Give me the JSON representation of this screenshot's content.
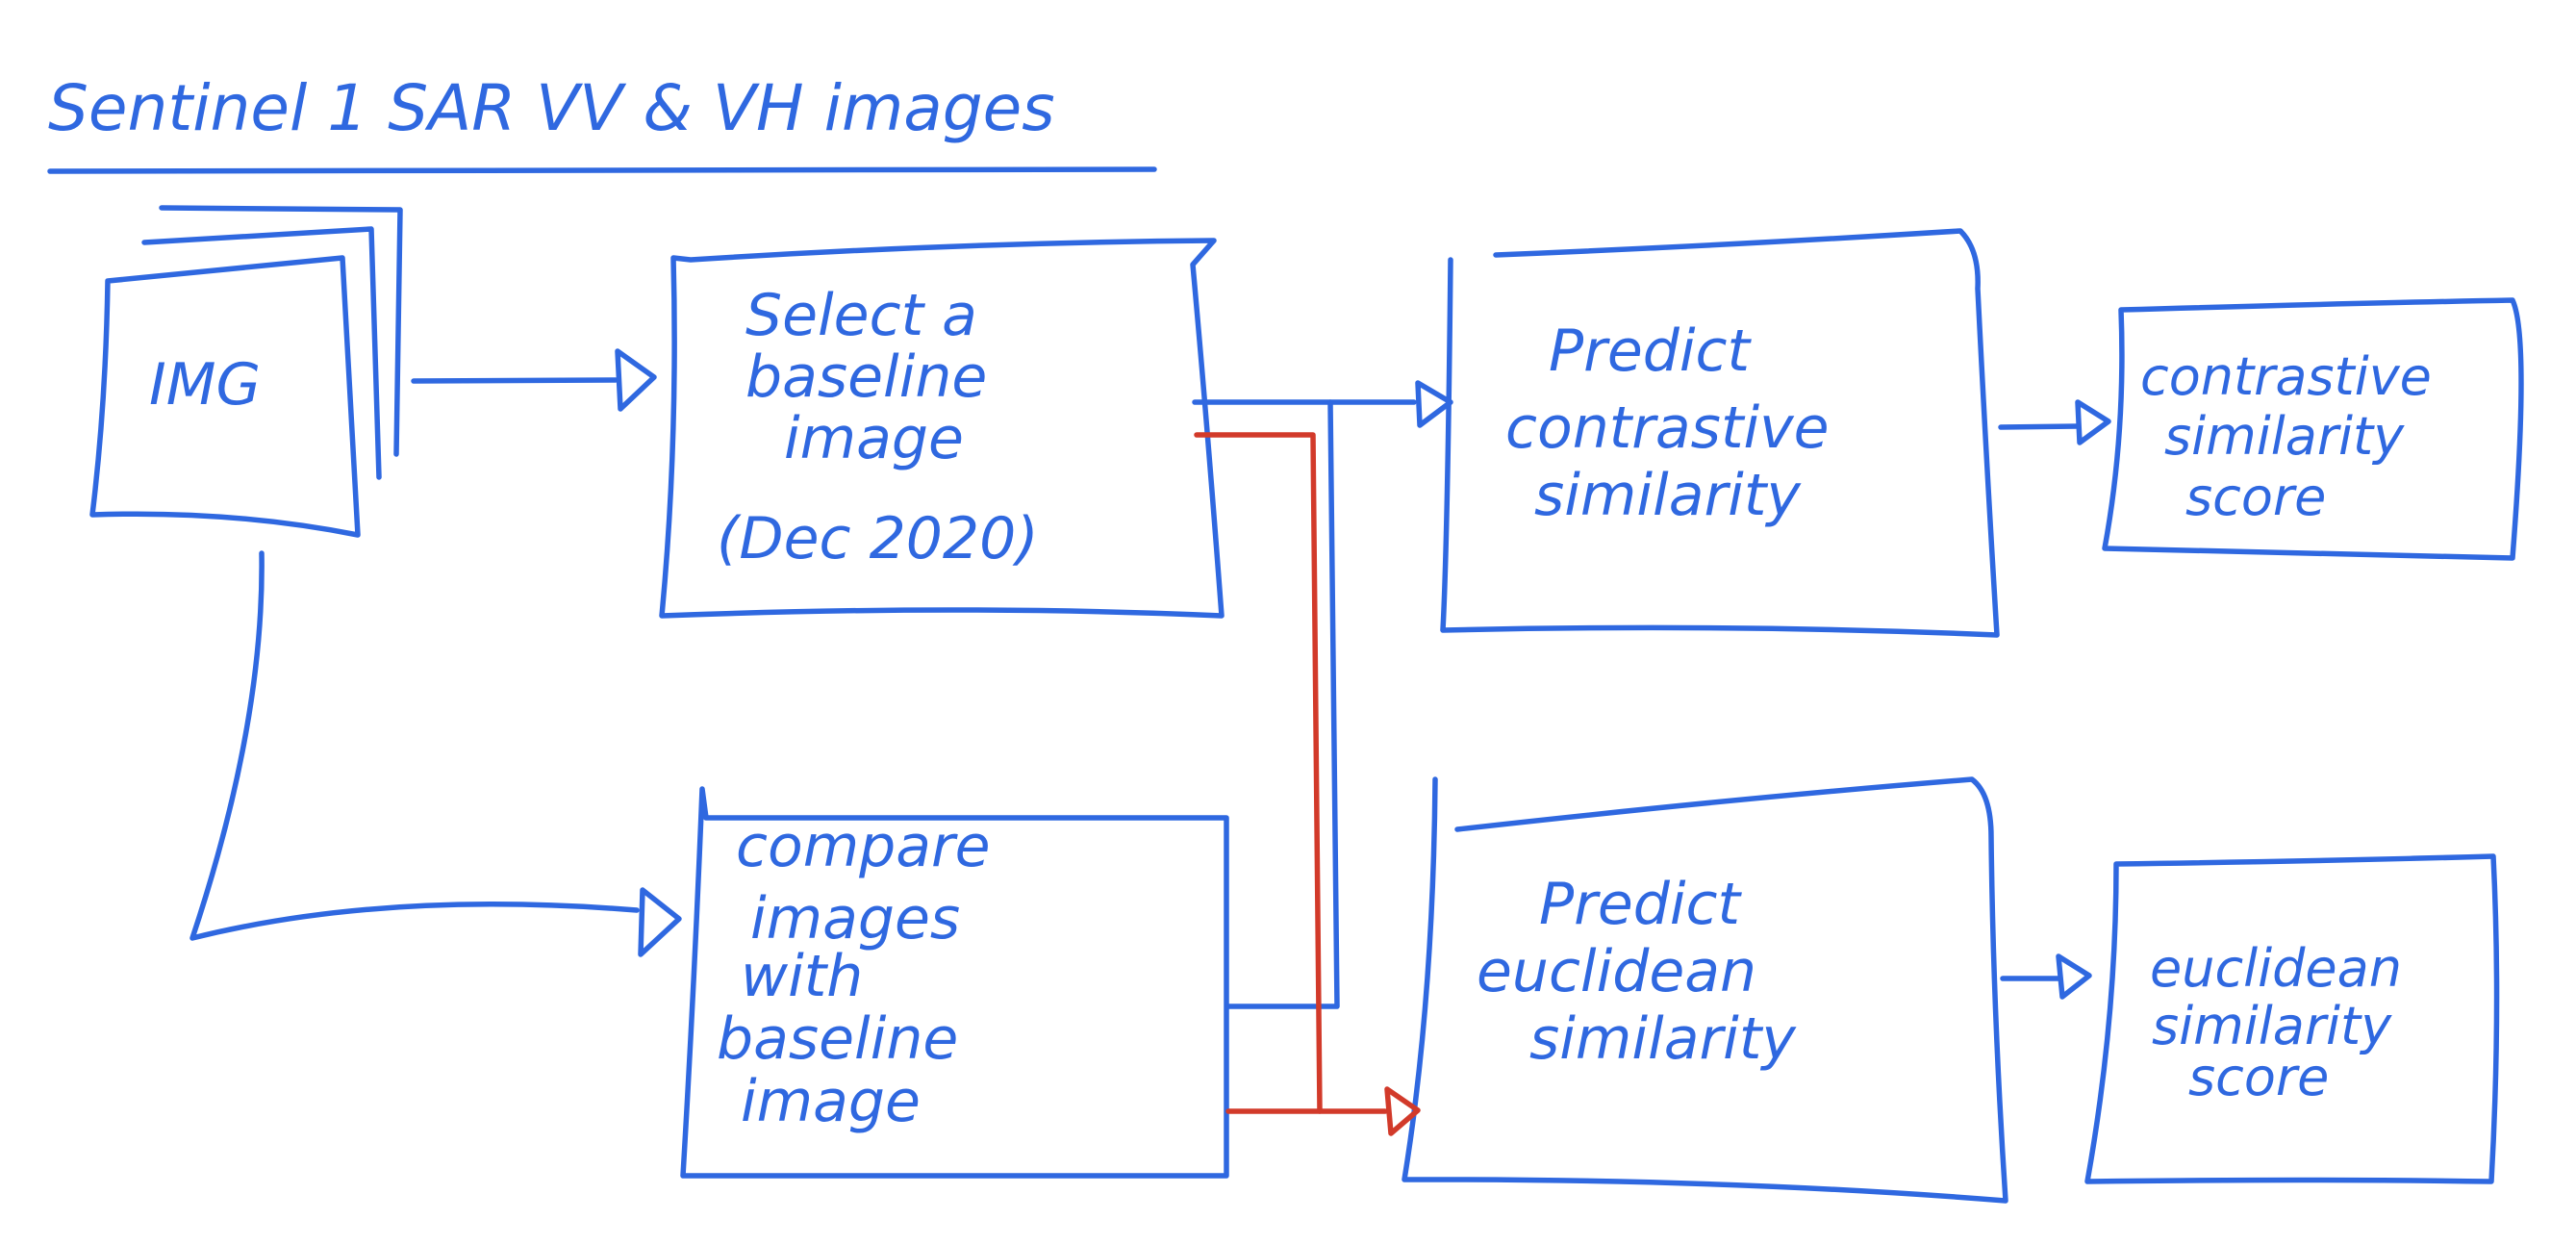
{
  "title": "Sentinel 1 SAR VV & VH images",
  "colors": {
    "ink": "#2f68e0",
    "highlight": "#d23a2a",
    "background": "#ffffff"
  },
  "nodes": {
    "img_stack": {
      "label": "IMG"
    },
    "select_baseline": {
      "lines": [
        "Select a",
        "baseline",
        "image",
        "(Dec 2020)"
      ]
    },
    "compare_images": {
      "lines": [
        "compare",
        "images",
        "with",
        "baseline",
        "image"
      ]
    },
    "predict_contrastive": {
      "lines": [
        "Predict",
        "contrastive",
        "similarity"
      ]
    },
    "predict_euclidean": {
      "lines": [
        "Predict",
        "euclidean",
        "similarity"
      ]
    },
    "contrastive_score": {
      "lines": [
        "contrastive",
        "similarity",
        "score"
      ]
    },
    "euclidean_score": {
      "lines": [
        "euclidean",
        "similarity",
        "score"
      ]
    }
  },
  "edges": [
    {
      "from": "img_stack",
      "to": "select_baseline",
      "color": "blue"
    },
    {
      "from": "img_stack",
      "to": "compare_images",
      "color": "blue"
    },
    {
      "from": "select_baseline",
      "to": "predict_contrastive",
      "color": "blue"
    },
    {
      "from": "compare_images",
      "to": "predict_contrastive",
      "color": "blue"
    },
    {
      "from": "select_baseline",
      "to": "predict_euclidean",
      "color": "red"
    },
    {
      "from": "compare_images",
      "to": "predict_euclidean",
      "color": "red"
    },
    {
      "from": "predict_contrastive",
      "to": "contrastive_score",
      "color": "blue"
    },
    {
      "from": "predict_euclidean",
      "to": "euclidean_score",
      "color": "blue"
    }
  ]
}
